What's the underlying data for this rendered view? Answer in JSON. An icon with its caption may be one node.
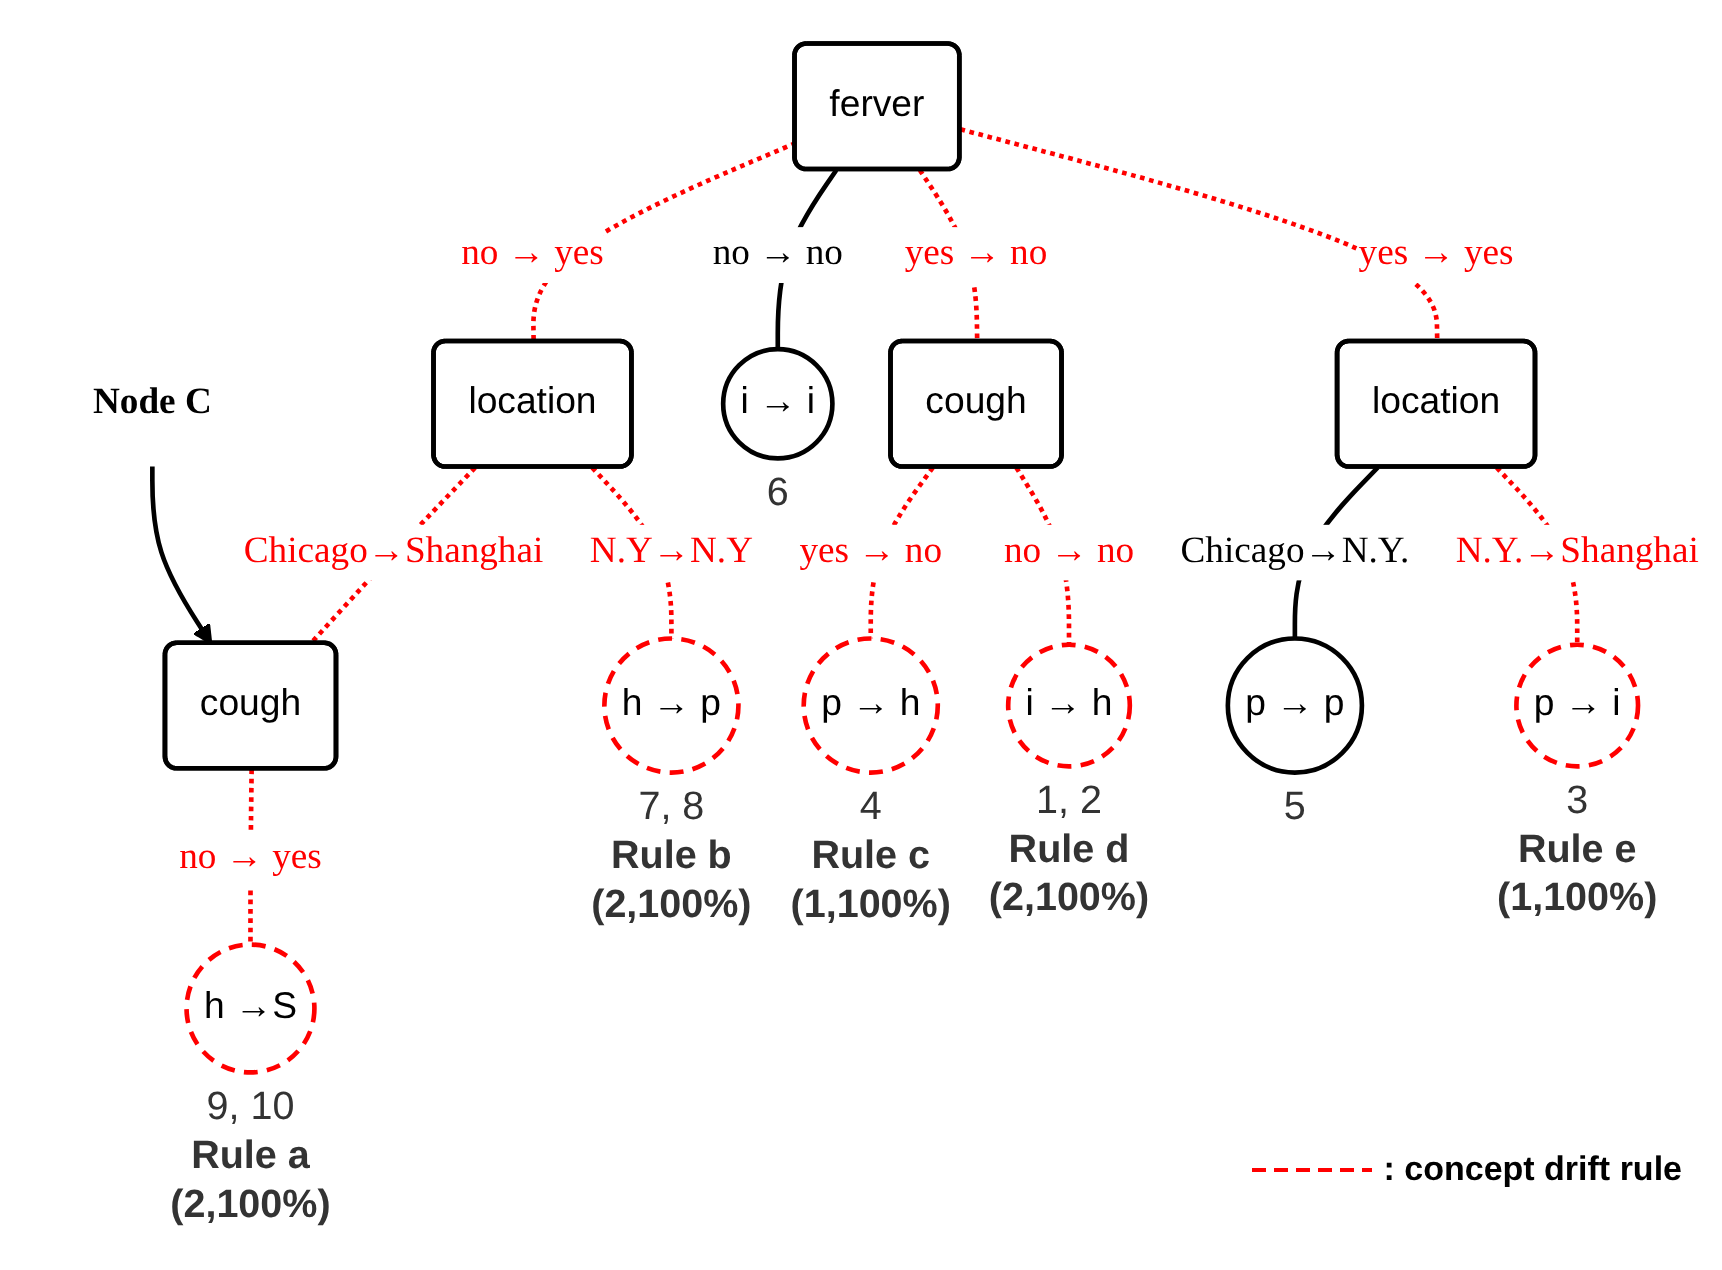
{
  "diagram": {
    "nodes": [
      {
        "text": [
          "ferver"
        ]
      },
      {
        "text": [
          "location"
        ]
      },
      {
        "text": [
          "cough"
        ]
      },
      {
        "text": [
          "i → i"
        ],
        "beside": [
          "6"
        ]
      },
      {
        "text": [
          "location"
        ]
      },
      {
        "text": [
          "cough"
        ]
      },
      {
        "text": [
          "h → p"
        ],
        "beside": [
          "7, 8",
          "Rule b",
          "(2,100%)"
        ]
      },
      {
        "text": [
          "p → h"
        ],
        "beside": [
          "4",
          "Rule c",
          "(1,100%)"
        ]
      },
      {
        "text": [
          "i → h"
        ],
        "beside": [
          "1, 2",
          "Rule d",
          "(2,100%)"
        ]
      },
      {
        "text": [
          "p → p"
        ],
        "beside": [
          "5"
        ]
      },
      {
        "text": [
          "p → i"
        ],
        "beside": [
          "3",
          "Rule e",
          "(1,100%)"
        ]
      },
      {
        "text": [
          "h →S"
        ],
        "beside": [
          "9, 10",
          "Rule a",
          "(2,100%)"
        ]
      },
      {
        "text": [
          "Node C"
        ]
      }
    ],
    "edges": [
      {
        "from": 0,
        "to": 1,
        "arrow": "none",
        "label": "no → yes",
        "style": "dashed"
      },
      {
        "from": 0,
        "to": 2,
        "arrow": "none",
        "label": "yes → no",
        "style": "dashed"
      },
      {
        "from": 0,
        "to": 3,
        "arrow": "none",
        "label": "no → no",
        "color": "#000000"
      },
      {
        "from": 0,
        "to": 4,
        "arrow": "none",
        "label": "yes → yes",
        "style": "dashed"
      },
      {
        "from": 1,
        "to": 5,
        "arrow": "none",
        "label": "Chicago→Shanghai",
        "style": "dashed"
      },
      {
        "from": 1,
        "to": 6,
        "arrow": "none",
        "label": "N.Y→N.Y",
        "style": "dashed"
      },
      {
        "from": 2,
        "to": 7,
        "arrow": "none",
        "label": "yes → no",
        "style": "dashed"
      },
      {
        "from": 2,
        "to": 8,
        "arrow": "none",
        "label": "no → no",
        "style": "dashed"
      },
      {
        "from": 4,
        "to": 9,
        "arrow": "none",
        "label": "Chicago→N.Y.",
        "color": "#000000"
      },
      {
        "from": 4,
        "to": 10,
        "arrow": "none",
        "label": "N.Y.→Shanghai",
        "style": "dashed"
      },
      {
        "from": 5,
        "to": 11,
        "arrow": "none",
        "label": "no → yes",
        "style": "dashed"
      },
      {
        "from": 12,
        "to": 5,
        "arrow": "to",
        "color": "#000000"
      }
    ],
    "legend": [
      {
        "text": ": concept drift rule"
      }
    ]
  }
}
